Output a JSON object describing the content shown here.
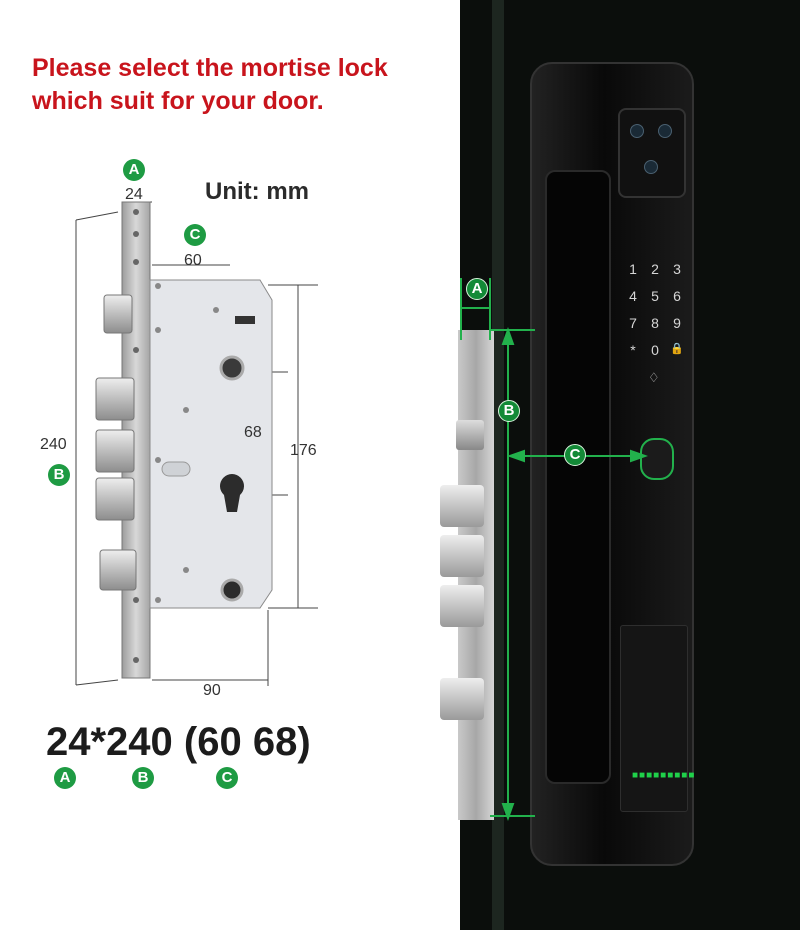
{
  "header": {
    "line1": "Please select the mortise lock",
    "line2": "which suit for your door."
  },
  "unit_label": "Unit: mm",
  "dimensions": {
    "top_width": "24",
    "faceplate_offset": "60",
    "height": "240",
    "spacing": "68",
    "span": "176",
    "depth": "90"
  },
  "badges": {
    "a": "A",
    "b": "B",
    "c": "C"
  },
  "spec": {
    "text": "24*240 (60 68)",
    "a": "A",
    "b": "B",
    "c": "C"
  },
  "keypad": {
    "keys": [
      "1",
      "2",
      "3",
      "4",
      "5",
      "6",
      "7",
      "8",
      "9",
      "*",
      "0",
      "🔒"
    ]
  },
  "colors": {
    "header": "#c8141c",
    "badge": "#1e9b43",
    "guide": "#1d9a3f"
  }
}
